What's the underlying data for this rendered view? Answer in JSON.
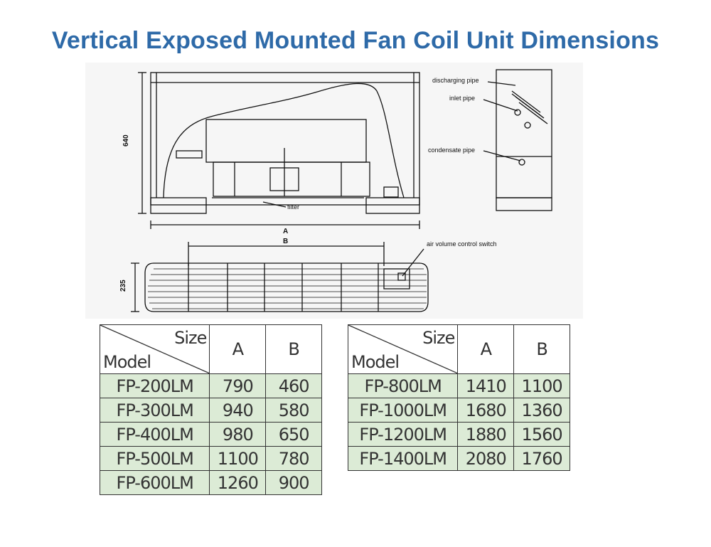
{
  "title": "Vertical Exposed Mounted Fan Coil Unit Dimensions",
  "drawing": {
    "labels": {
      "dim_640": "640",
      "dim_A": "A",
      "dim_B": "B",
      "dim_235": "235",
      "filter": "filter",
      "discharging_pipe": "discharging pipe",
      "inlet_pipe": "inlet pipe",
      "condensate_pipe": "condensate pipe",
      "air_volume_control_switch": "air volume control switch"
    }
  },
  "tables": [
    {
      "header": {
        "size": "Size",
        "model": "Model",
        "col_a": "A",
        "col_b": "B"
      },
      "rows": [
        {
          "model": "FP-200LM",
          "a": "790",
          "b": "460"
        },
        {
          "model": "FP-300LM",
          "a": "940",
          "b": "580"
        },
        {
          "model": "FP-400LM",
          "a": "980",
          "b": "650"
        },
        {
          "model": "FP-500LM",
          "a": "1100",
          "b": "780"
        },
        {
          "model": "FP-600LM",
          "a": "1260",
          "b": "900"
        }
      ]
    },
    {
      "header": {
        "size": "Size",
        "model": "Model",
        "col_a": "A",
        "col_b": "B"
      },
      "rows": [
        {
          "model": "FP-800LM",
          "a": "1410",
          "b": "1100"
        },
        {
          "model": "FP-1000LM",
          "a": "1680",
          "b": "1360"
        },
        {
          "model": "FP-1200LM",
          "a": "1880",
          "b": "1560"
        },
        {
          "model": "FP-1400LM",
          "a": "2080",
          "b": "1760"
        }
      ]
    }
  ]
}
